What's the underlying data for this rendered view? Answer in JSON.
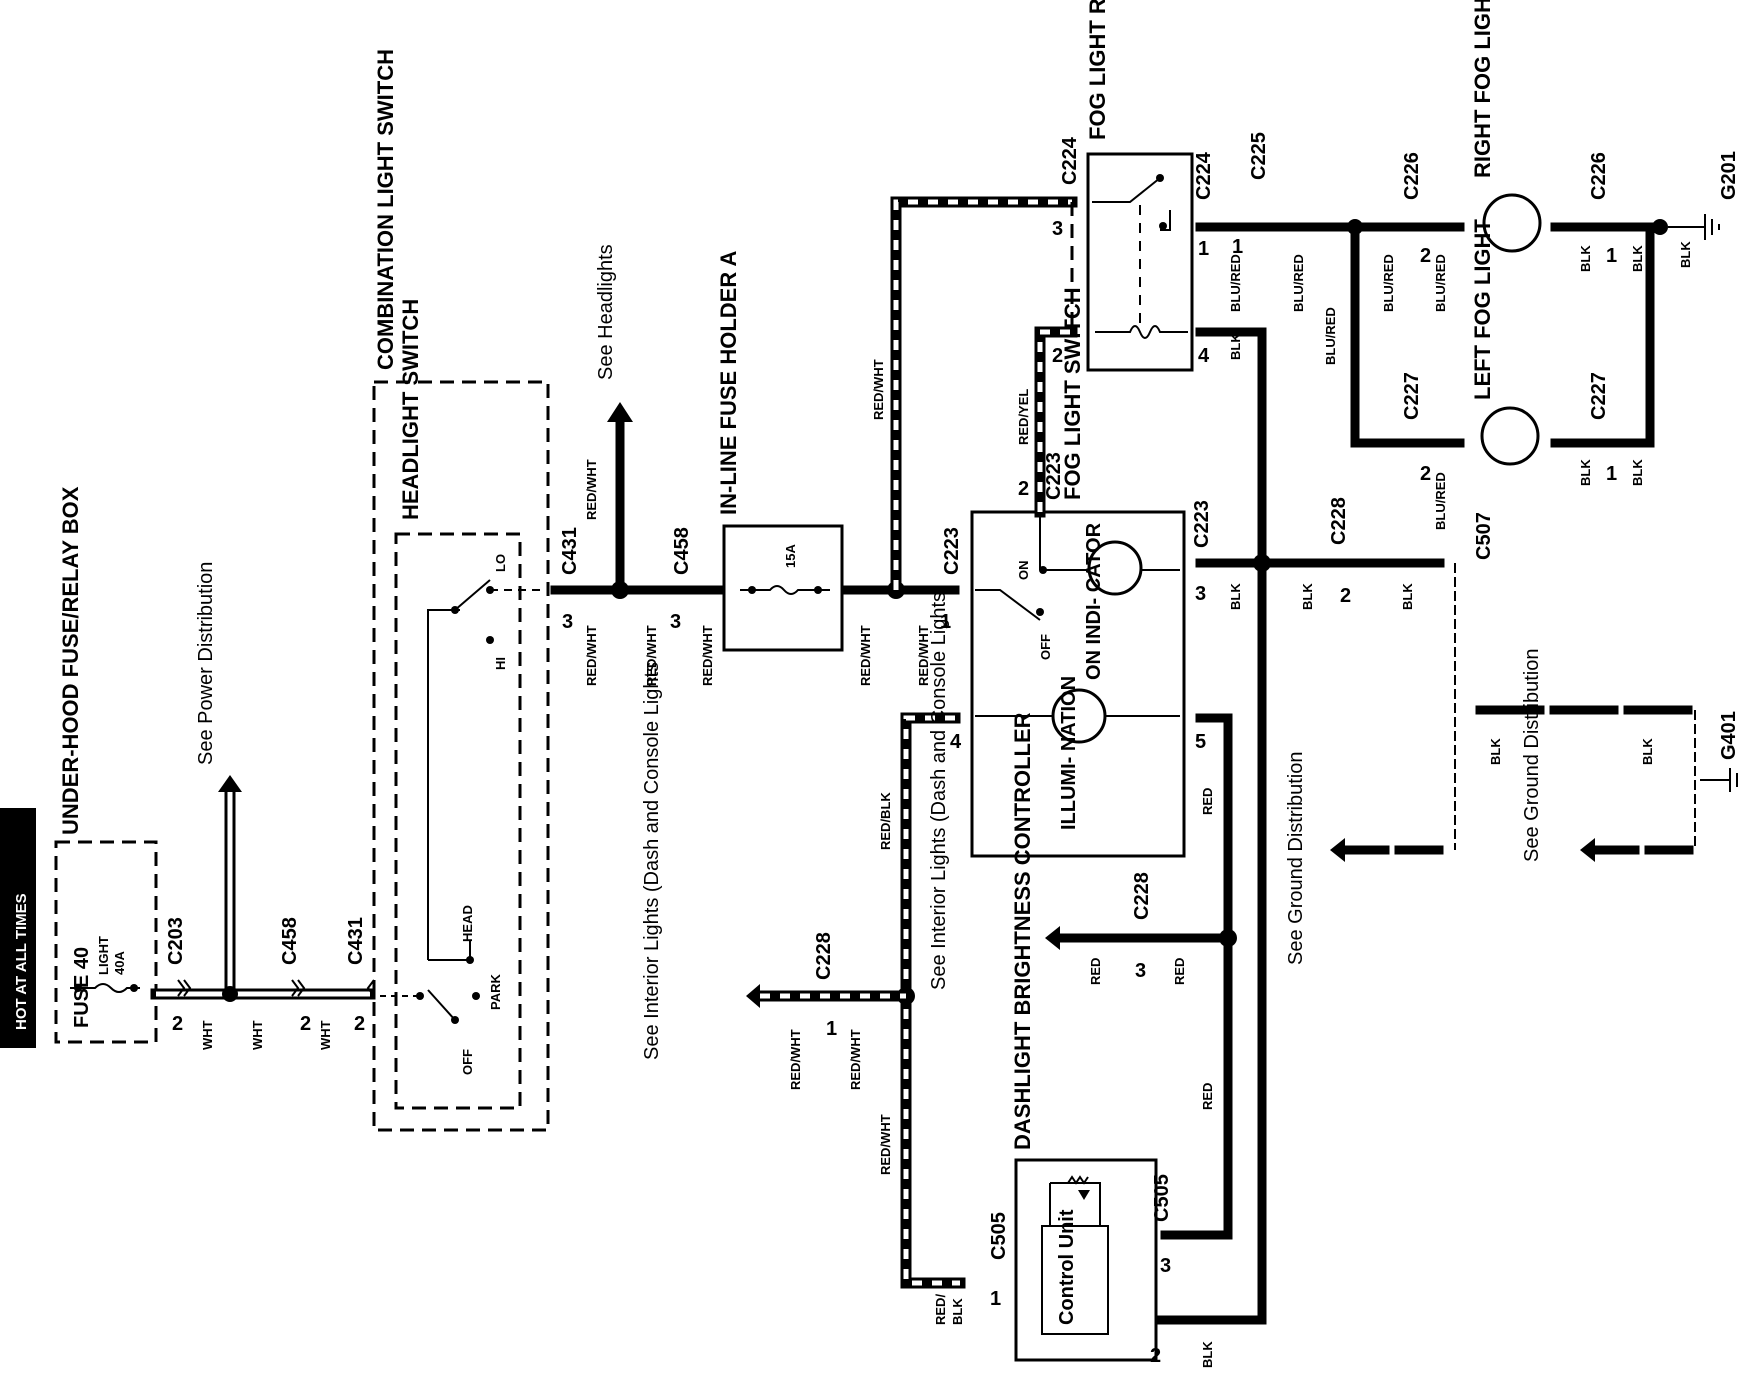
{
  "banner": "HOT AT ALL TIMES",
  "components": {
    "underhood": "UNDER-HOOD FUSE/RELAY BOX",
    "fuse40": "FUSE 40",
    "fuse40_sub1": "LIGHT",
    "fuse40_sub2": "40A",
    "combo_switch": "COMBINATION LIGHT SWITCH",
    "headlight_switch": "HEADLIGHT SWITCH",
    "inline_fuse": "IN-LINE FUSE HOLDER A",
    "inline_fuse_rating": "15A",
    "fog_relay": "FOG LIGHT RELAY",
    "fog_switch": "FOG LIGHT SWITCH",
    "on_indicator": "ON INDI- CATOR",
    "illumination": "ILLUMI- NATION",
    "dash_controller": "DASHLIGHT BRIGHTNESS CONTROLLER",
    "control_unit": "Control Unit",
    "right_fog": "RIGHT FOG LIGHT",
    "left_fog": "LEFT FOG LIGHT"
  },
  "switch_positions": {
    "lo": "LO",
    "hi": "HI",
    "head": "HEAD",
    "park": "PARK",
    "off": "OFF",
    "on": "ON",
    "fog_off": "OFF"
  },
  "connectors": {
    "c203": "C203",
    "c458": "C458",
    "c431": "C431",
    "c223": "C223",
    "c224": "C224",
    "c225": "C225",
    "c226": "C226",
    "c227": "C227",
    "c228": "C228",
    "c505": "C505",
    "c507": "C507",
    "g201": "G201",
    "g401": "G401"
  },
  "wire_colors": {
    "wht": "WHT",
    "red_wht": "RED/WHT",
    "red_yel": "RED/YEL",
    "red_blk": "RED/BLK",
    "red_blk_split1": "RED/",
    "red_blk_split2": "BLK",
    "blu_red": "BLU/RED",
    "blk": "BLK",
    "red": "RED"
  },
  "pins": {
    "p1": "1",
    "p2": "2",
    "p3": "3",
    "p4": "4",
    "p5": "5"
  },
  "references": {
    "power": "See Power Distribution",
    "headlights": "See Headlights",
    "interior": "See Interior Lights (Dash and Console Lights",
    "ground": "See Ground Distribution"
  }
}
